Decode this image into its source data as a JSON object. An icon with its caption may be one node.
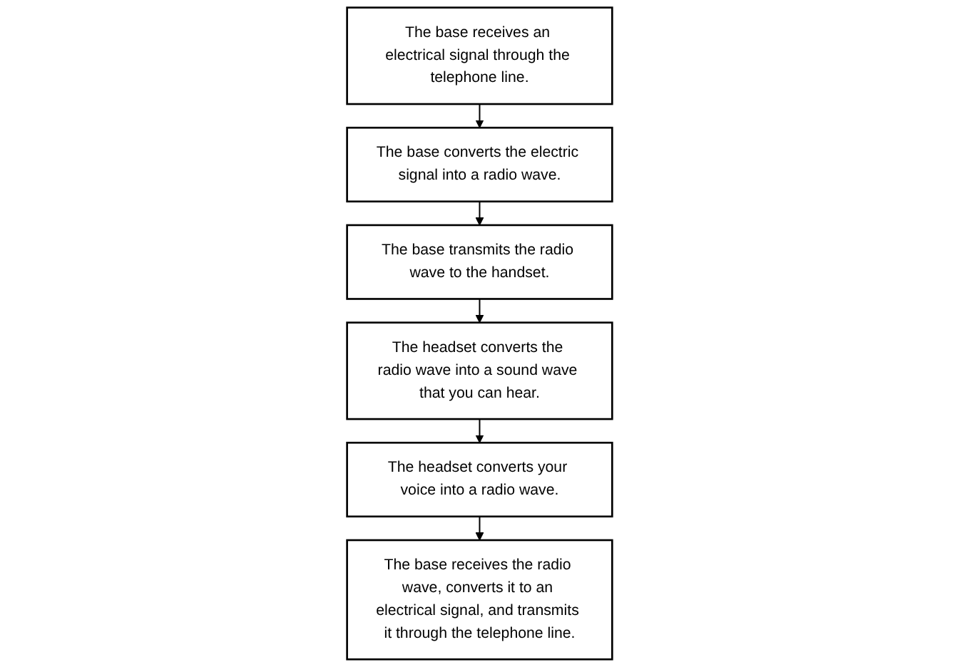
{
  "diagram": {
    "nodes": [
      {
        "text": [
          "The base receives an electrical signal through the telephone line."
        ]
      },
      {
        "text": [
          "The base converts the electric signal into a radio wave."
        ]
      },
      {
        "text": [
          "The base transmits the radio wave to the handset."
        ]
      },
      {
        "text": [
          "The headset converts the radio wave into a sound wave that you can hear."
        ]
      },
      {
        "text": [
          "The headset converts your voice into a radio wave."
        ]
      },
      {
        "text": [
          "The base receives the radio wave, converts it to an electrical signal, and transmits it through the telephone line."
        ]
      }
    ],
    "edges": [
      {
        "from": 0,
        "to": 1,
        "arrow": "to"
      },
      {
        "from": 1,
        "to": 2,
        "arrow": "to"
      },
      {
        "from": 2,
        "to": 3,
        "arrow": "to"
      },
      {
        "from": 3,
        "to": 4,
        "arrow": "to"
      },
      {
        "from": 4,
        "to": 5,
        "arrow": "to"
      }
    ]
  }
}
